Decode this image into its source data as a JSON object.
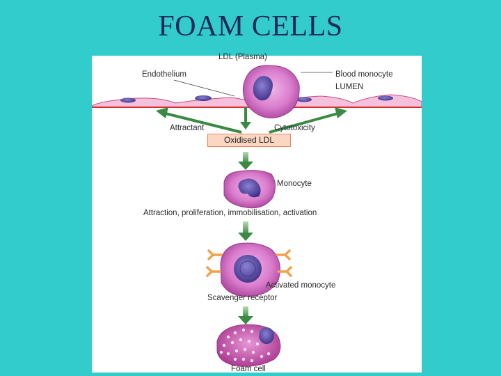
{
  "title": "FOAM CELLS",
  "diagram": {
    "ldl_plasma": "LDL (Plasma)",
    "endothelium": "Endothelium",
    "blood_monocyte": "Blood monocyte",
    "lumen": "LUMEN",
    "attractant": "Attractant",
    "cytotoxicity": "Cytotoxicity",
    "oxidised_ldl": "Oxidised LDL",
    "monocyte": "Monocyte",
    "attraction": "Attraction, proliferation, immobilisation, activation",
    "activated_monocyte": "Activated monocyte",
    "scavenger_receptor": "Scavenger receptor",
    "foam_cell": "Foam cell"
  },
  "colors": {
    "background": "#33cccc",
    "title": "#1f2a5a",
    "arrow_green": "#3a8a43",
    "cell_pink": "#d66bc4",
    "nucleus_purple": "#5c4ea8",
    "endothelium_line": "#d9302f",
    "receptor_orange": "#f0a24a"
  }
}
